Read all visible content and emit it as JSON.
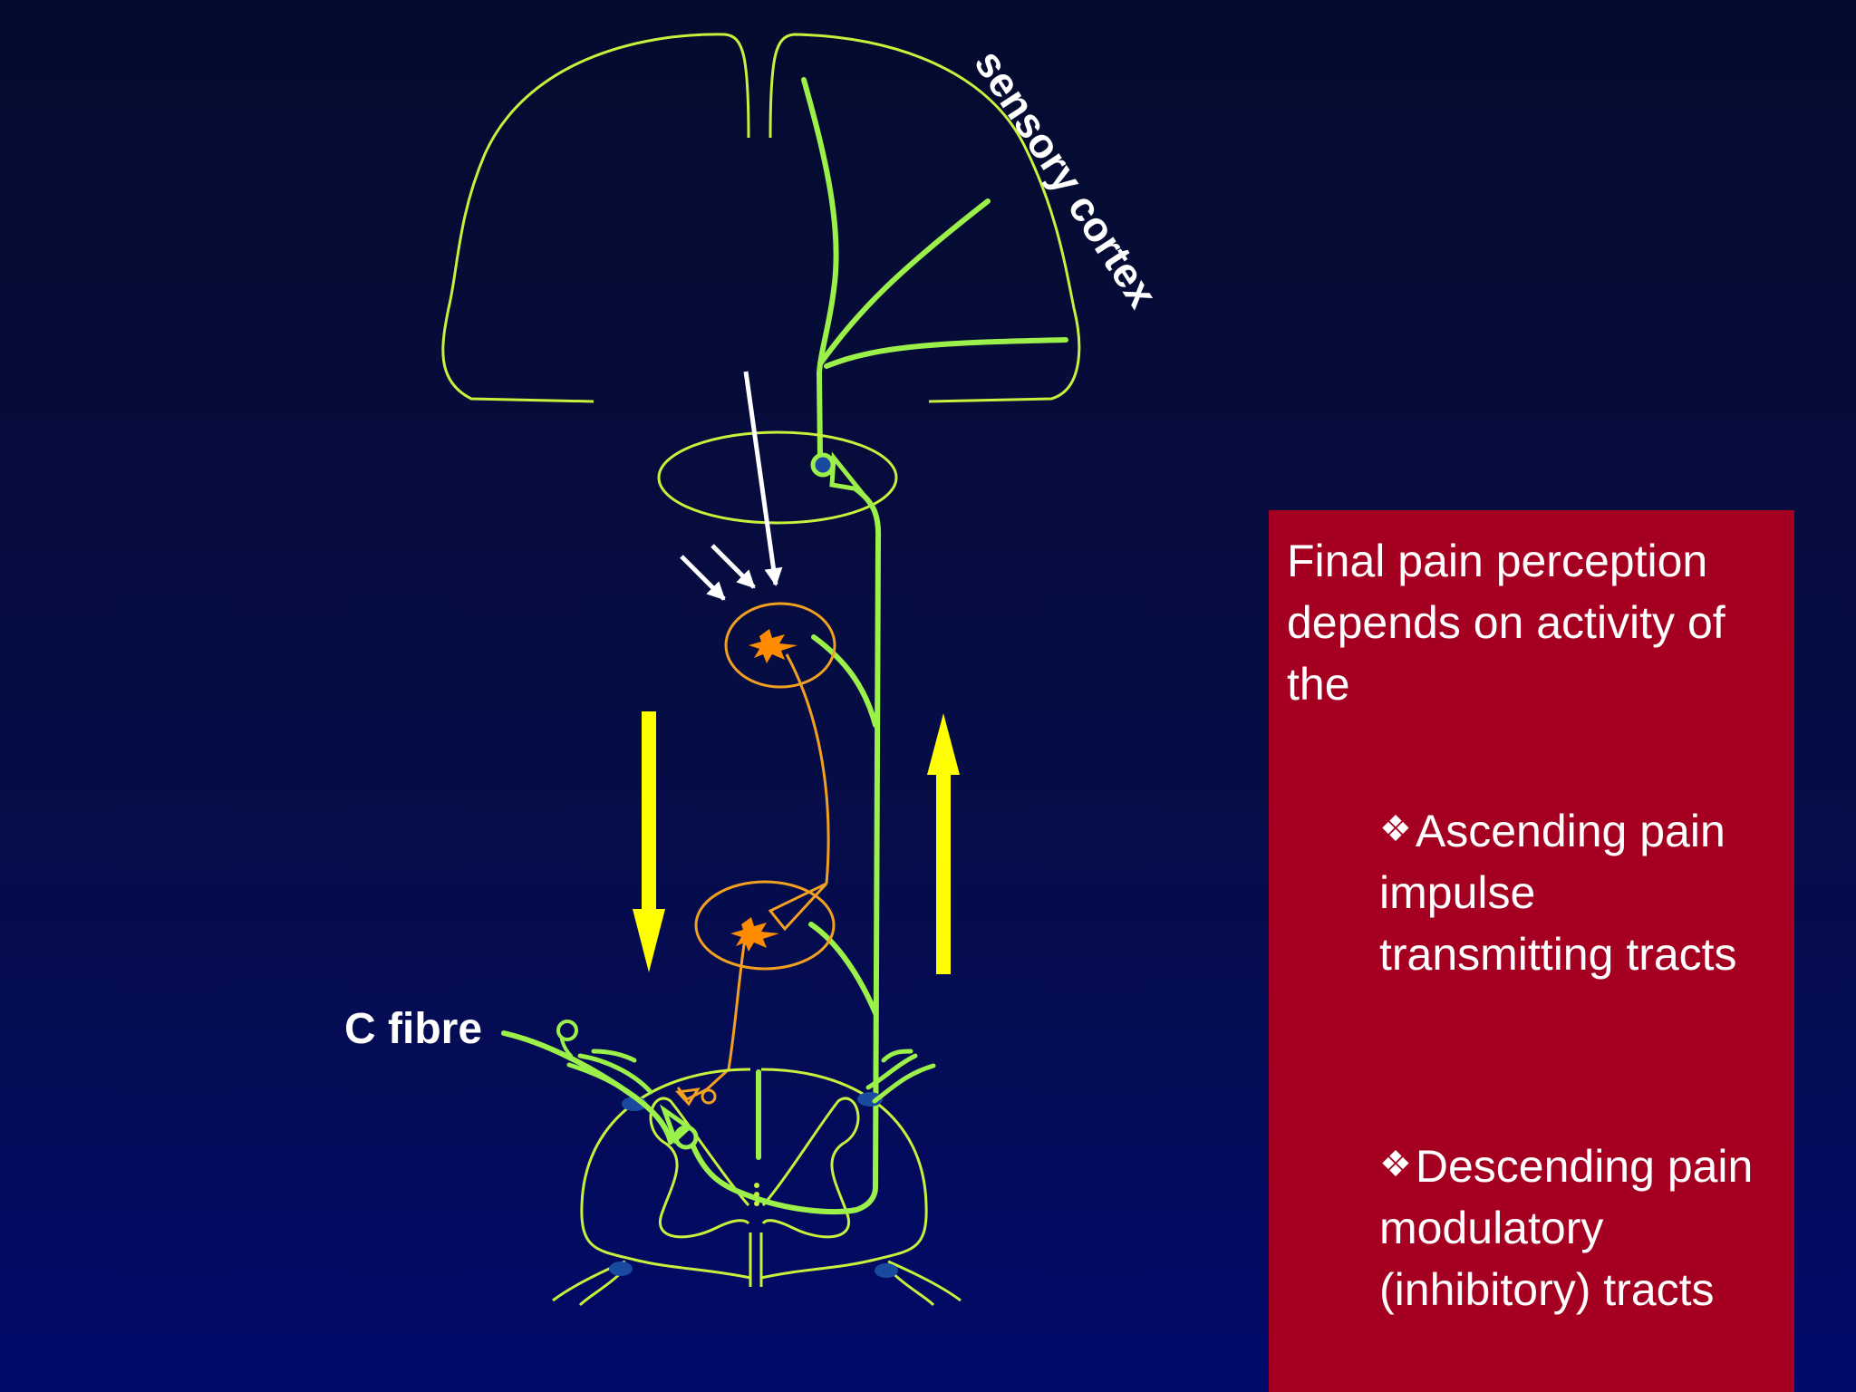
{
  "labels": {
    "sensory_cortex": "sensory cortex",
    "c_fibre": "C fibre"
  },
  "panel": {
    "intro": "Final pain perception depends on activity of the",
    "bullet_symbol": "❖",
    "bullets": [
      "Ascending pain impulse transmitting tracts",
      "Descending pain modulatory (inhibitory) tracts"
    ]
  },
  "colors": {
    "outline": "#c8f03c",
    "tract": "#9cf04a",
    "descending_neuron": "#f2a020",
    "direction_arrow": "#ffff00",
    "input_arrow": "#ffffff",
    "panel_background": "#a50021",
    "root_entry": "#1a4aa0"
  }
}
